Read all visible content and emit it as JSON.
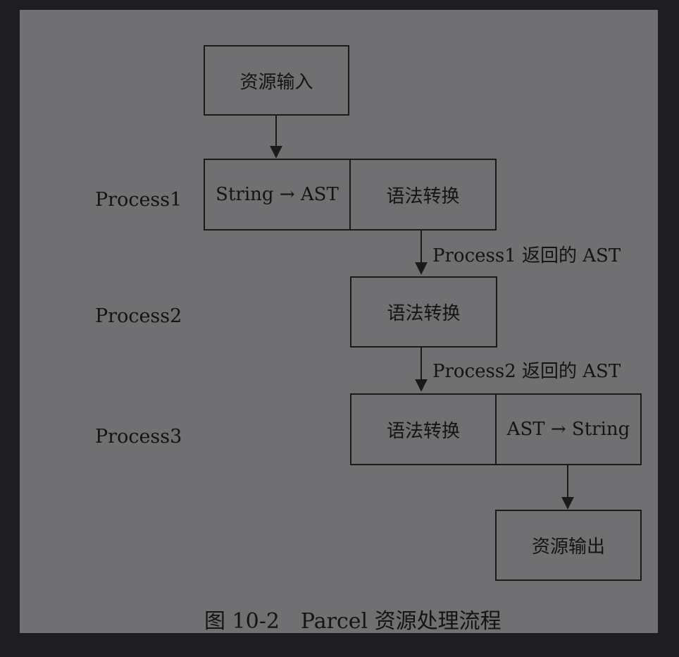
{
  "diagram": {
    "nodes": {
      "input": "资源输入",
      "p1_parse": "String → AST",
      "p1_transform": "语法转换",
      "p2_transform": "语法转换",
      "p3_transform": "语法转换",
      "p3_generate": "AST → String",
      "output": "资源输出"
    },
    "row_labels": {
      "process1": "Process1",
      "process2": "Process2",
      "process3": "Process3"
    },
    "edge_labels": {
      "p1_to_p2": "Process1 返回的 AST",
      "p2_to_p3": "Process2 返回的 AST"
    },
    "edges": [
      {
        "from": "input",
        "to": "p1_parse"
      },
      {
        "from": "p1_transform",
        "to": "p2_transform",
        "label": "p1_to_p2"
      },
      {
        "from": "p2_transform",
        "to": "p3_transform",
        "label": "p2_to_p3"
      },
      {
        "from": "p3_generate",
        "to": "output"
      }
    ]
  },
  "caption": "图 10-2　Parcel 资源处理流程",
  "colors": {
    "background": "#1e1e20",
    "page": "#707072",
    "ink": "#141414"
  }
}
